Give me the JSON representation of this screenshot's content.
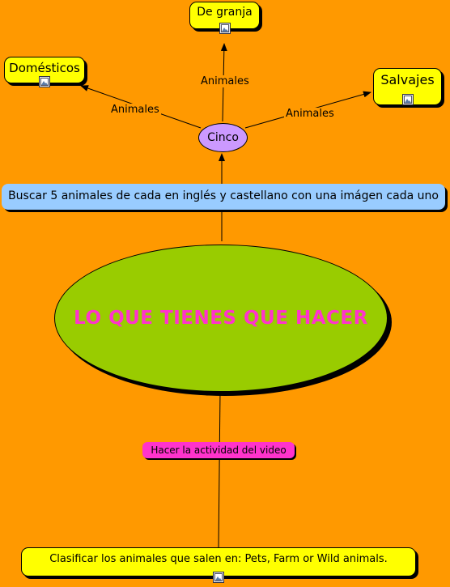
{
  "nodes": {
    "domesticos": "Domésticos",
    "de_granja": "De granja",
    "salvajes": "Salvajes",
    "cinco": "Cinco",
    "buscar": "Buscar 5 animales de cada en inglés y castellano con una imágen cada uno",
    "main": "LO QUE TIENES QUE HACER",
    "hacer": "Hacer la actividad del video",
    "clasificar": "Clasificar los animales que salen en: Pets, Farm or Wild animals."
  },
  "links": {
    "animales_left": "Animales",
    "animales_top": "Animales",
    "animales_right": "Animales"
  },
  "icons": [
    "image-icon"
  ],
  "colors": {
    "background": "#ff9900",
    "concept_yellow": "#ffff00",
    "concept_blue": "#99ccff",
    "main_ellipse": "#99cc00",
    "main_text": "#ff33cc",
    "cinco_ellipse": "#cc99ff",
    "link_pink": "#ff33cc"
  }
}
